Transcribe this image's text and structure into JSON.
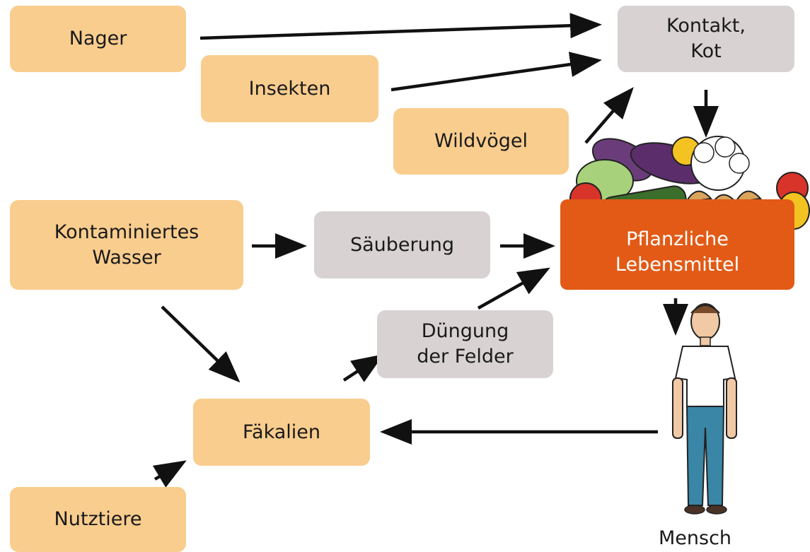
{
  "nodes": {
    "nager": "Nager",
    "insekten": "Insekten",
    "wildvoegel": "Wildvögel",
    "kontakt": "Kontakt,\nKot",
    "wasser": "Kontaminiertes\nWasser",
    "saeuberung": "Säuberung",
    "pflanzlich": "Pflanzliche\nLebensmittel",
    "duengung": "Düngung\nder Felder",
    "faekalien": "Fäkalien",
    "nutztiere": "Nutztiere",
    "mensch": "Mensch"
  },
  "colors": {
    "source": "#f9cd8e",
    "process": "#d8d2d2",
    "food": "#e25a16",
    "arrow": "#111111"
  },
  "icons": {
    "vegetables": "vegetables-illustration",
    "person": "person-illustration"
  }
}
